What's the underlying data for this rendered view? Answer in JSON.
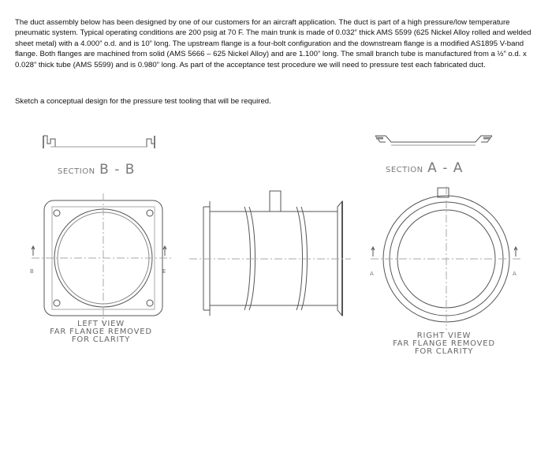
{
  "text": {
    "paragraph1": "The duct assembly below has been designed by one of our customers for an aircraft application. The duct is part of a high pressure/low temperature pneumatic system. Typical operating conditions are 200 psig at 70 F. The main trunk is made of 0.032” thick AMS 5599 (625 Nickel Alloy rolled and welded sheet metal) with a 4.000” o.d. and is 10” long. The upstream flange is a four-bolt configuration and the downstream flange is a modified AS1895 V-band flange. Both flanges are machined from solid (AMS 5666 – 625 Nickel Alloy) and are 1.100” long. The small branch tube is manufactured from a ½” o.d. x 0.028” thick tube (AMS 5599) and is 0.980” long. As part of the acceptance test procedure we will need to pressure test each fabricated duct.",
    "paragraph2": "Sketch a conceptual design for the pressure test tooling that will be required."
  },
  "drawing": {
    "section_b": {
      "word": "SECTION",
      "letters": "B - B"
    },
    "section_a": {
      "word": "SECTION",
      "letters": "A - A"
    },
    "left_view": {
      "line1": "LEFT VIEW",
      "line2": "FAR FLANGE REMOVED",
      "line3": "FOR CLARITY"
    },
    "right_view": {
      "line1": "RIGHT VIEW",
      "line2": "FAR FLANGE REMOVED",
      "line3": "FOR CLARITY"
    },
    "markers": {
      "left_b": "B",
      "left_e": "E",
      "right_a1": "A",
      "right_a2": "A"
    }
  }
}
